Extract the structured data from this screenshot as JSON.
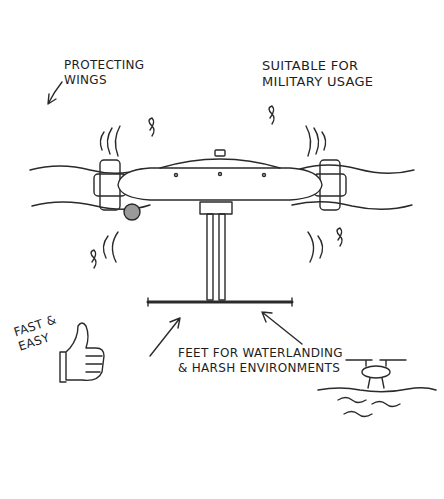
{
  "diagram": {
    "labels": [
      "PROTECTING WINGS",
      "SUITABLE FOR MILITARY USAGE",
      "FAST & EASY",
      "FEET FOR WATERLANDING & HARSH ENVIRONMENTS"
    ]
  }
}
